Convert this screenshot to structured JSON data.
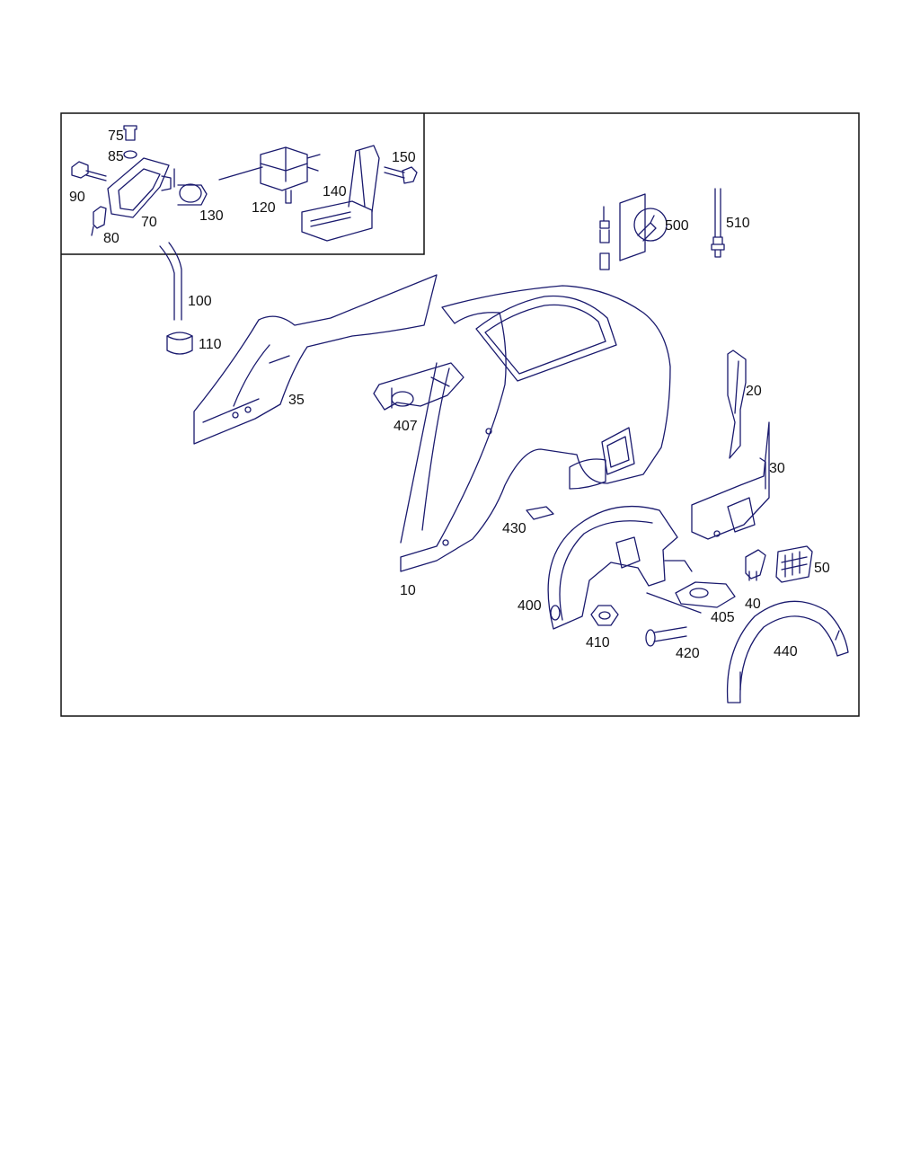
{
  "labels": {
    "p75": "75",
    "p85": "85",
    "p90": "90",
    "p70": "70",
    "p80": "80",
    "p130": "130",
    "p120": "120",
    "p140": "140",
    "p150": "150",
    "p100": "100",
    "p110": "110",
    "p35": "35",
    "p407": "407",
    "p10": "10",
    "p430": "430",
    "p400": "400",
    "p410": "410",
    "p420": "420",
    "p405": "405",
    "p40": "40",
    "p50": "50",
    "p20": "20",
    "p30": "30",
    "p440": "440",
    "p500": "500",
    "p510": "510"
  },
  "colors": {
    "line": "#1a1a6e",
    "frame": "#111111",
    "text": "#111111"
  }
}
